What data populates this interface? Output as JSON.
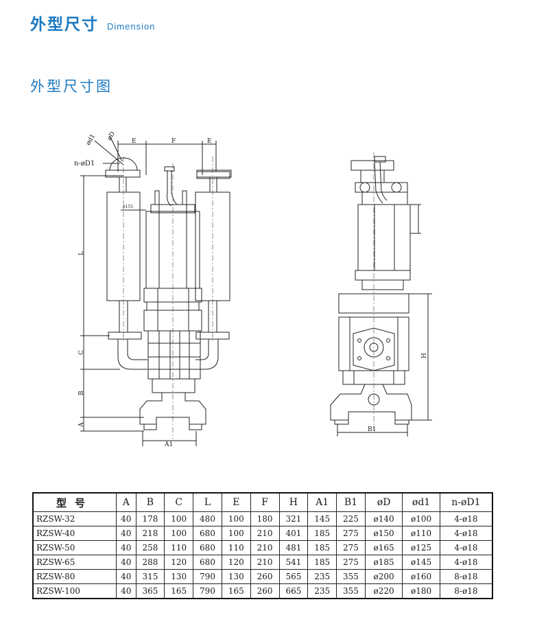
{
  "header": {
    "title_cn": "外型尺寸",
    "title_en": "Dimension"
  },
  "subtitle": "外型尺寸图",
  "drawing": {
    "front_labels": {
      "d1": "ød1",
      "D": "øD",
      "nD1": "n-øD1",
      "E": "E",
      "F": "F",
      "phi155": "ø155",
      "L": "L",
      "C": "C",
      "B": "B",
      "A": "A",
      "A1": "A1"
    },
    "side_labels": {
      "H": "H",
      "B1": "B1"
    }
  },
  "table": {
    "headers": [
      "型号",
      "A",
      "B",
      "C",
      "L",
      "E",
      "F",
      "H",
      "A1",
      "B1",
      "øD",
      "ød1",
      "n-øD1"
    ],
    "rows": [
      [
        "RZSW-32",
        "40",
        "178",
        "100",
        "480",
        "100",
        "180",
        "321",
        "145",
        "225",
        "ø140",
        "ø100",
        "4-ø18"
      ],
      [
        "RZSW-40",
        "40",
        "218",
        "100",
        "680",
        "100",
        "210",
        "401",
        "185",
        "275",
        "ø150",
        "ø110",
        "4-ø18"
      ],
      [
        "RZSW-50",
        "40",
        "258",
        "110",
        "680",
        "110",
        "210",
        "481",
        "185",
        "275",
        "ø165",
        "ø125",
        "4-ø18"
      ],
      [
        "RZSW-65",
        "40",
        "288",
        "120",
        "680",
        "120",
        "210",
        "541",
        "185",
        "275",
        "ø185",
        "ø145",
        "4-ø18"
      ],
      [
        "RZSW-80",
        "40",
        "315",
        "130",
        "790",
        "130",
        "260",
        "565",
        "235",
        "355",
        "ø200",
        "ø160",
        "8-ø18"
      ],
      [
        "RZSW-100",
        "40",
        "365",
        "165",
        "790",
        "165",
        "260",
        "665",
        "235",
        "355",
        "ø220",
        "ø180",
        "8-ø18"
      ]
    ]
  }
}
